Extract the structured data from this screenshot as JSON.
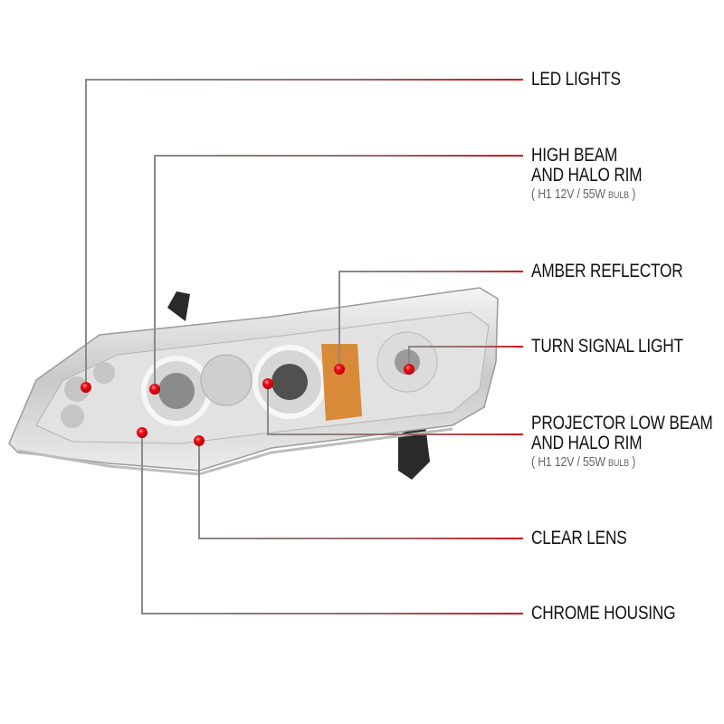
{
  "callouts": [
    {
      "id": "led-lights",
      "title": "LED LIGHTS"
    },
    {
      "id": "high-beam",
      "title_line1": "HIGH BEAM",
      "title_line2": "AND HALO RIM",
      "spec": "H1  12V / 55W",
      "spec_unit": "BULB"
    },
    {
      "id": "amber-reflector",
      "title": "AMBER REFLECTOR"
    },
    {
      "id": "turn-signal",
      "title": "TURN SIGNAL LIGHT"
    },
    {
      "id": "projector-low-beam",
      "title_line1": "PROJECTOR LOW BEAM",
      "title_line2": "AND HALO RIM",
      "spec": "H1  12V / 55W",
      "spec_unit": "BULB"
    },
    {
      "id": "clear-lens",
      "title": "CLEAR LENS"
    },
    {
      "id": "chrome-housing",
      "title": "CHROME HOUSING"
    }
  ],
  "colors": {
    "marker": "#e3000f",
    "line_start": "#8a8a8a",
    "line_end": "#d0121b",
    "text": "#111111"
  }
}
